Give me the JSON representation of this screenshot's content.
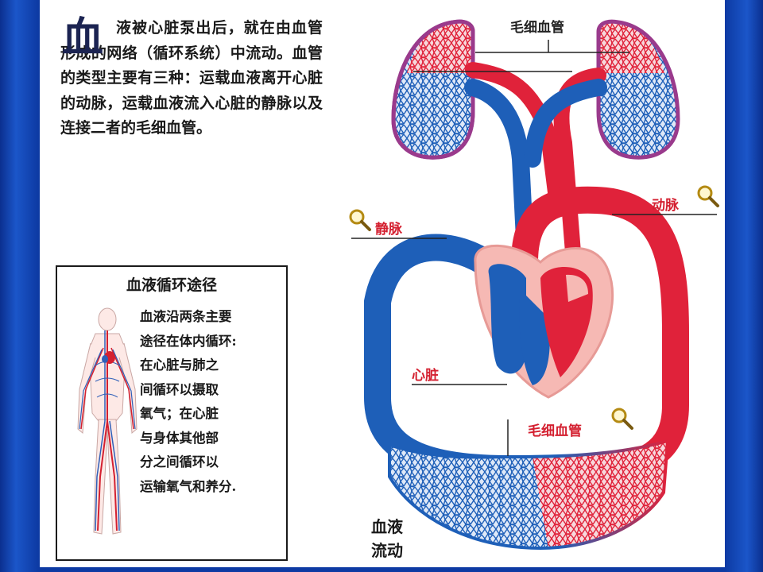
{
  "intro": {
    "big_char": "血",
    "text": "液被心脏泵出后，就在由血管形成的网络（循环系统）中流动。血管的类型主要有三种：运载血液离开心脏的动脉，运载血液流入心脏的静脉以及连接二者的毛细血管。"
  },
  "sidebox": {
    "title": "血液循环途径",
    "body": "血液沿两条主要\n途径在体内循环:\n在心脏与肺之\n间循环以摄取\n氧气；在心脏\n与身体其他部\n分之间循环以\n运输氧气和养分."
  },
  "labels": {
    "capillary_top": "毛细血管",
    "artery": "动脉",
    "vein": "静脉",
    "heart": "心脏",
    "capillary_bottom": "毛细血管"
  },
  "caption": "血液\n流动",
  "colors": {
    "artery": "#e0223a",
    "vein": "#1e5fb8",
    "heart_tissue": "#f6b9b4",
    "lung_outline": "#9a3a8c",
    "background_frame": "#0d3aa3"
  },
  "icons": {
    "magnifier": "magnifier-icon"
  }
}
